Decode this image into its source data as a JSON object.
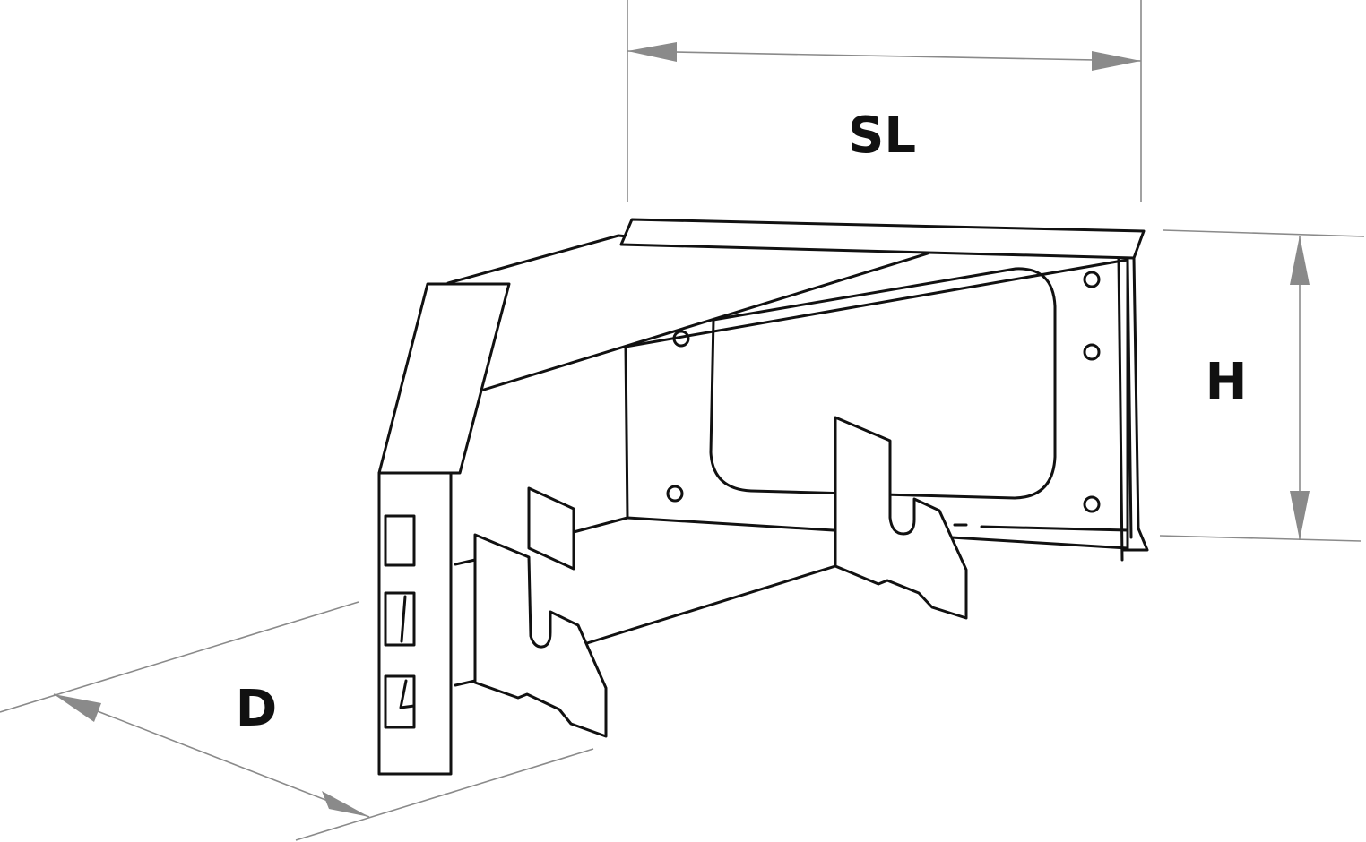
{
  "labels": {
    "sl": "SL",
    "h": "H",
    "d": "D"
  },
  "colors": {
    "stroke": "#111111",
    "dimension_line": "#8a8a8a",
    "background": "#ffffff"
  }
}
